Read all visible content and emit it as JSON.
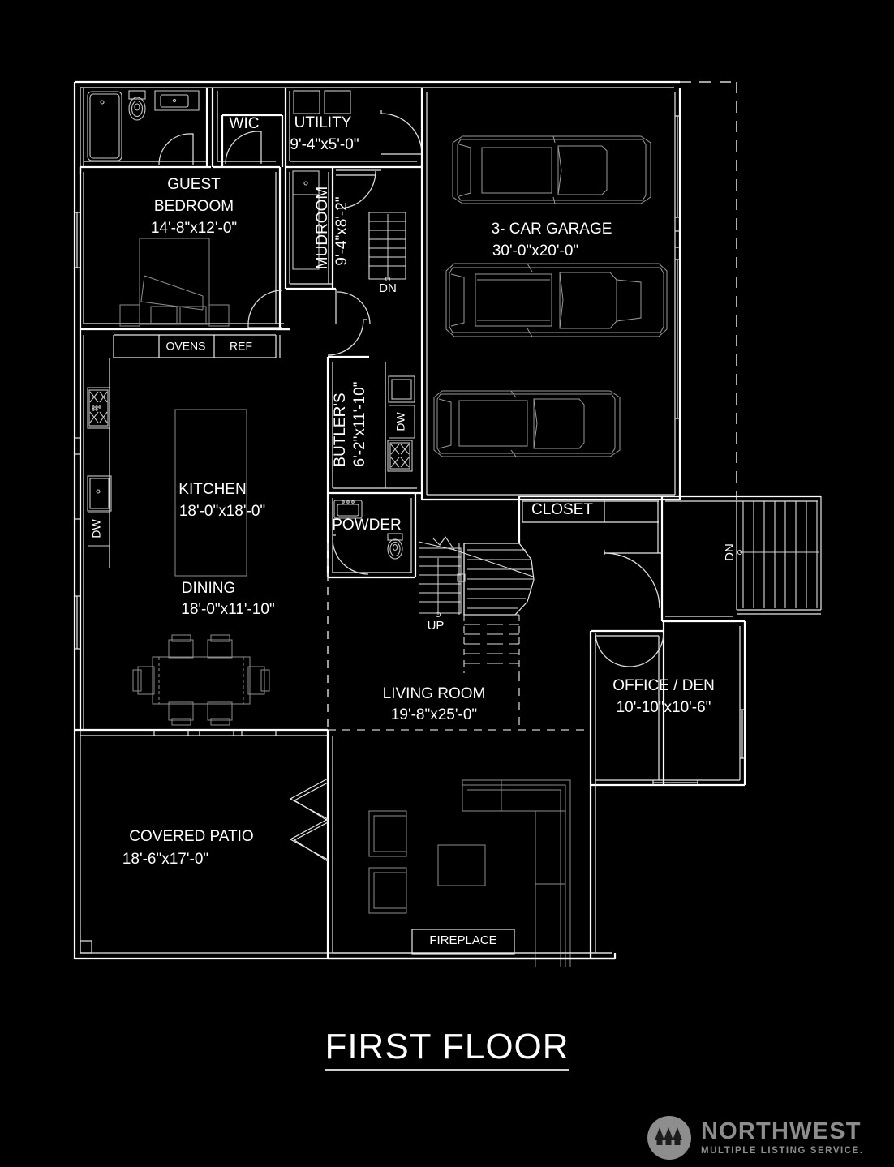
{
  "document": {
    "title": "FIRST FLOOR",
    "background_color": "#000000",
    "line_color": "#ffffff"
  },
  "rooms": [
    {
      "id": "guest_bedroom",
      "label": "GUEST",
      "label2": "BEDROOM",
      "dimensions": "14'-8\"x12'-0\""
    },
    {
      "id": "wic",
      "label": "WIC",
      "dimensions": ""
    },
    {
      "id": "utility",
      "label": "UTILITY",
      "dimensions": "9'-4\"x5'-0\""
    },
    {
      "id": "mudroom",
      "label": "MUDROOM",
      "dimensions": "9'-4\"x8'-2\""
    },
    {
      "id": "garage",
      "label": "3- CAR GARAGE",
      "dimensions": "30'-0\"x20'-0\""
    },
    {
      "id": "kitchen",
      "label": "KITCHEN",
      "dimensions": "18'-0\"x18'-0\""
    },
    {
      "id": "dining",
      "label": "DINING",
      "dimensions": "18'-0\"x11'-10\""
    },
    {
      "id": "butlers",
      "label": "BUTLER'S",
      "dimensions": "6'-2\"x11'-10\""
    },
    {
      "id": "powder",
      "label": "POWDER",
      "dimensions": ""
    },
    {
      "id": "closet",
      "label": "CLOSET",
      "dimensions": ""
    },
    {
      "id": "living_room",
      "label": "LIVING ROOM",
      "dimensions": "19'-8\"x25'-0\""
    },
    {
      "id": "office_den",
      "label": "OFFICE / DEN",
      "dimensions": "10'-10\"x10'-6\""
    },
    {
      "id": "covered_patio",
      "label": "COVERED PATIO",
      "dimensions": "18'-6\"x17'-0\""
    }
  ],
  "annotations": {
    "ovens": "OVENS",
    "ref": "REF",
    "dw_kitchen": "DW",
    "dw_butlers": "DW",
    "fireplace": "FIREPLACE",
    "stair_dn_mudroom": "DN",
    "stair_up_main": "UP",
    "stair_dn_rear": "DN"
  },
  "logo": {
    "primary": "NORTHWEST",
    "secondary": "MULTIPLE LISTING SERVICE.",
    "mark": "three-trees-icon",
    "color": "#8d8d8d"
  }
}
